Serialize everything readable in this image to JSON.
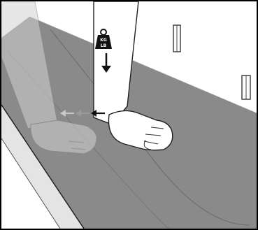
{
  "weight_icon": {
    "name": "weight-icon",
    "label_line1": "KG",
    "label_line2": "LB"
  },
  "arrows": {
    "press_down": "arrow-down-icon",
    "slide_left": [
      "arrow-left-icon-faint",
      "arrow-left-icon-mid",
      "arrow-left-icon-dark"
    ]
  },
  "colors": {
    "floor": "#8a8a8a",
    "floor_seam": "#6e6e6e",
    "edge_strip": "#e4e4e4",
    "skin": "#ffffff",
    "skin_shadow": "#d2d2d2",
    "outline": "#222222",
    "wall": "#ffffff",
    "wall_fixture": "#444444"
  }
}
